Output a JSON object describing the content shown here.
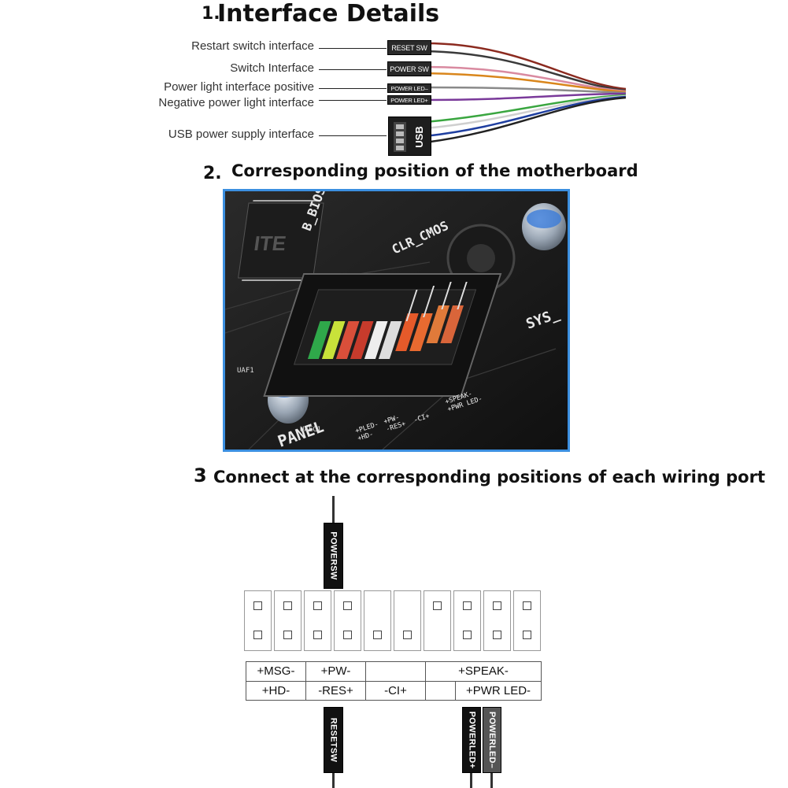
{
  "section1": {
    "number": "1.",
    "title": "Interface Details",
    "labels": [
      "Restart switch interface",
      "Switch Interface",
      "Power light interface positive",
      "Negative power light interface",
      "USB power supply interface"
    ],
    "plugs": [
      "RESET SW",
      "POWER SW",
      "POWER LED–",
      "POWER LED+",
      "USB"
    ]
  },
  "section2": {
    "number": "2.",
    "title": "Corresponding position of the motherboard",
    "photo": {
      "silkscreen": [
        "B_BIOS",
        "CLR_CMOS",
        "SYS_",
        "PANEL",
        "+PLED-",
        "+PW-",
        "+HD-",
        "-RES+",
        "-CI+",
        "+SPEAK-",
        "+PWR LED-",
        "UAF1",
        "UAEC1"
      ]
    }
  },
  "section3": {
    "number": "3",
    "title": "Connect at the corresponding positions of each wiring port",
    "top_connector": "POWERSW",
    "bottom_connectors": [
      "RESETSW",
      "POWERLED+",
      "POWERLED–"
    ],
    "legend_row1": [
      "+MSG-",
      "+PW-",
      "",
      "+SPEAK-"
    ],
    "legend_row2": [
      "+HD-",
      "-RES+",
      "-CI+",
      "",
      "+PWR LED-"
    ]
  },
  "colors": {
    "photo_border": "#3b8fe0",
    "wire_red": "#8b2a1f",
    "wire_pink": "#d98aa0",
    "wire_orange": "#d9861c",
    "wire_purple": "#7a3a9a",
    "wire_green": "#3aa640",
    "wire_blue": "#1f3fa0"
  }
}
